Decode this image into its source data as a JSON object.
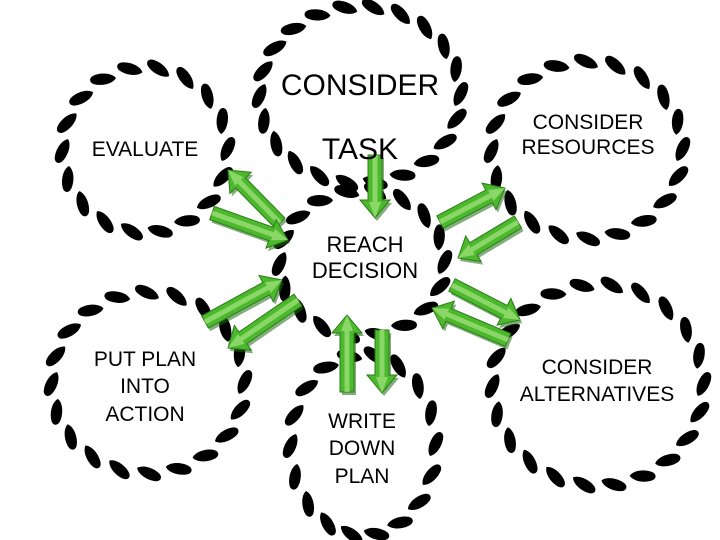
{
  "diagram": {
    "background": "#ffffff",
    "ring_color": "#000000",
    "arrow_fill": "#4cb82d",
    "arrow_light": "#9fe07a",
    "nodes": [
      {
        "id": "consider-task",
        "label": "CONSIDER\nTASK"
      },
      {
        "id": "evaluate",
        "label": "EVALUATE"
      },
      {
        "id": "consider-resources",
        "label": "CONSIDER\nRESOURCES"
      },
      {
        "id": "reach-decision",
        "label": "REACH\nDECISION"
      },
      {
        "id": "put-plan-into-action",
        "label": "PUT PLAN\nINTO\nACTION"
      },
      {
        "id": "write-down-plan",
        "label": "WRITE\nDOWN\nPLAN"
      },
      {
        "id": "consider-alternatives",
        "label": "CONSIDER\nALTERNATIVES"
      }
    ]
  }
}
